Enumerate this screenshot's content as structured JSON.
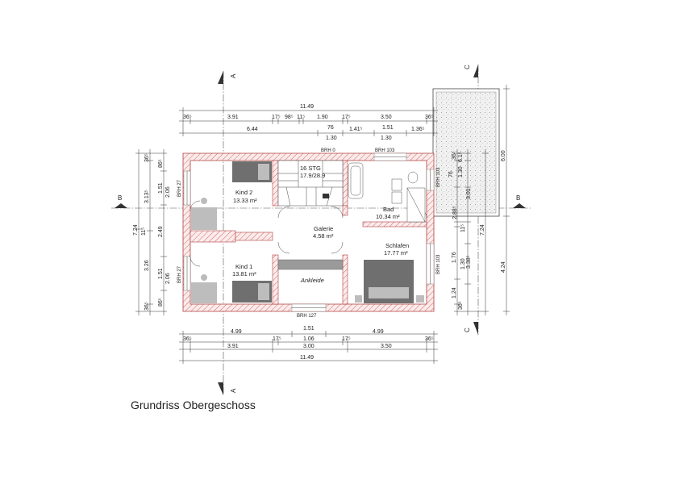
{
  "caption": "Grundriss Obergeschoss",
  "rooms": {
    "kind2": {
      "name": "Kind 2",
      "area": "13.33 m²"
    },
    "kind1": {
      "name": "Kind 1",
      "area": "13.81 m²"
    },
    "galerie": {
      "name": "Galerie",
      "area": "4.58 m²"
    },
    "bad": {
      "name": "Bad",
      "area": "10.34 m²"
    },
    "schlafen": {
      "name": "Schlafen",
      "area": "17.77 m²"
    },
    "ankleide": {
      "name": "Ankleide"
    },
    "stair": {
      "steps": "16 STG",
      "ratio": "17.9/28.9"
    }
  },
  "brh_labels": {
    "top_left": "BRH 0",
    "top_right": "BRH 103",
    "bottom": "BRH 127",
    "left_upper": "BRH 27",
    "left_lower": "BRH 27",
    "right_upper": "BRH 103",
    "right_lower": "BRH 103"
  },
  "section_marks": {
    "a": "A",
    "b": "B",
    "c": "C"
  },
  "dims_top": {
    "row1": [
      "11.49"
    ],
    "row2": [
      "36⁵",
      "3.91",
      "17⁵",
      "98⁵",
      "11⁵",
      "1.90",
      "17⁵",
      "3.50",
      "36⁵"
    ],
    "row3": [
      "6.44",
      "76",
      "1.41⁵",
      "1.51",
      "1.36⁵"
    ],
    "row3_sub": [
      "1.30",
      "1.30"
    ]
  },
  "dims_bottom": {
    "row1": [
      "4.99",
      "1.51",
      "4.99"
    ],
    "row2": [
      "36⁵",
      "17⁵",
      "1.06",
      "17⁵",
      "36⁵"
    ],
    "row3": [
      "3.91",
      "3.00",
      "3.50"
    ],
    "row4": [
      "11.49"
    ]
  },
  "dims_left": {
    "outer": [
      "7.24",
      "11⁵"
    ],
    "middle": [
      "36⁵",
      "3.13⁵",
      "3.26",
      "36⁵"
    ],
    "inner": [
      "86⁵",
      "1.51",
      "2.06",
      "2.49",
      "1.51",
      "2.06",
      "86⁵"
    ]
  },
  "dims_right": {
    "outer": [
      "6.00",
      "4.24"
    ],
    "middle": [
      "7.24"
    ],
    "inner": [
      "36⁵",
      "76",
      "6.1⁵",
      "1.30",
      "3.01",
      "2.88⁵",
      "11⁵",
      "3.38⁵",
      "1.76",
      "1.30",
      "1.24",
      "36⁵"
    ]
  }
}
